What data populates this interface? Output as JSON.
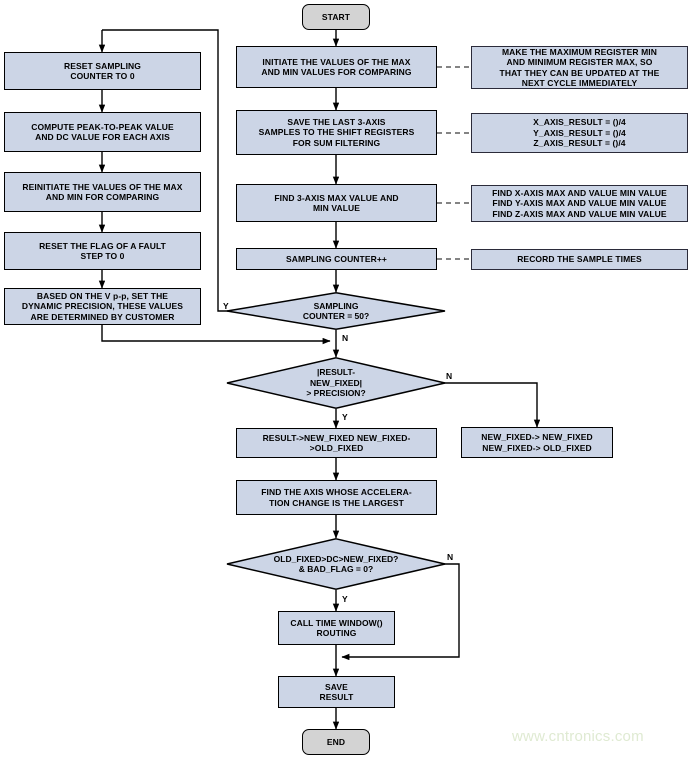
{
  "diagram": {
    "type": "flowchart",
    "title": "Accelerometer sampling and fixed-value update flowchart",
    "watermark": "www.cntronics.com",
    "colors": {
      "process_fill": "#ccd5e6",
      "terminal_fill": "#d3d3d3",
      "stroke": "#000000",
      "watermark": "#dfead2",
      "background": "#ffffff"
    }
  },
  "nodes": {
    "start": "START",
    "end": "END",
    "init_max_min": "INITIATE THE VALUES OF THE MAX\nAND MIN VALUES FOR COMPARING",
    "save_shift_registers": "SAVE THE LAST 3-AXIS\nSAMPLES TO THE SHIFT REGISTERS\nFOR SUM FILTERING",
    "find_max_min": "FIND 3-AXIS MAX VALUE AND\nMIN VALUE",
    "sampling_counter_inc": "SAMPLING COUNTER++",
    "reset_sampling_counter": "RESET SAMPLING\nCOUNTER TO 0",
    "compute_peak_dc": "COMPUTE PEAK-TO-PEAK VALUE\nAND DC VALUE FOR EACH AXIS",
    "reinit_max_min": "REINITIATE THE VALUES OF THE MAX\nAND MIN FOR COMPARING",
    "reset_fault_flag": "RESET THE FLAG OF A FAULT\nSTEP TO 0",
    "dynamic_precision": "BASED ON THE V p-p, SET THE\nDYNAMIC PRECISION, THESE VALUES\nARE DETERMINED BY CUSTOMER",
    "result_assign": "RESULT->NEW_FIXED NEW_FIXED-\n>OLD_FIXED",
    "newfixed_assign": "NEW_FIXED-> NEW_FIXED\nNEW_FIXED-> OLD_FIXED",
    "find_axis": "FIND THE AXIS WHOSE ACCELERA-\nTION CHANGE IS THE LARGEST",
    "call_time_window": "CALL TIME WINDOW()\nROUTING",
    "save_result": "SAVE\nRESULT"
  },
  "decisions": {
    "sampling_counter_50": "SAMPLING\nCOUNTER = 50?",
    "precision_check": "|RESULT-\nNEW_FIXED|\n> PRECISION?",
    "old_fixed_check": "OLD_FIXED>DC>NEW_FIXED?\n& BAD_FLAG = 0?"
  },
  "notes": {
    "max_min_register": "MAKE THE MAXIMUM REGISTER MIN\nAND MINIMUM REGISTER MAX, SO\nTHAT THEY CAN BE UPDATED AT THE\nNEXT CYCLE IMMEDIATELY",
    "axis_result": "X_AXIS_RESULT = ()/4\nY_AXIS_RESULT = ()/4\nZ_AXIS_RESULT = ()/4",
    "find_axis_minmax": "FIND X-AXIS MAX AND VALUE MIN VALUE\nFIND Y-AXIS MAX AND VALUE MIN VALUE\nFIND Z-AXIS MAX AND VALUE MIN VALUE",
    "record_sample_times": "RECORD THE SAMPLE TIMES"
  },
  "branch_labels": {
    "sampling_yes": "Y",
    "sampling_no": "N",
    "precision_yes": "Y",
    "precision_no": "N",
    "oldfixed_yes": "Y",
    "oldfixed_no": "N"
  }
}
